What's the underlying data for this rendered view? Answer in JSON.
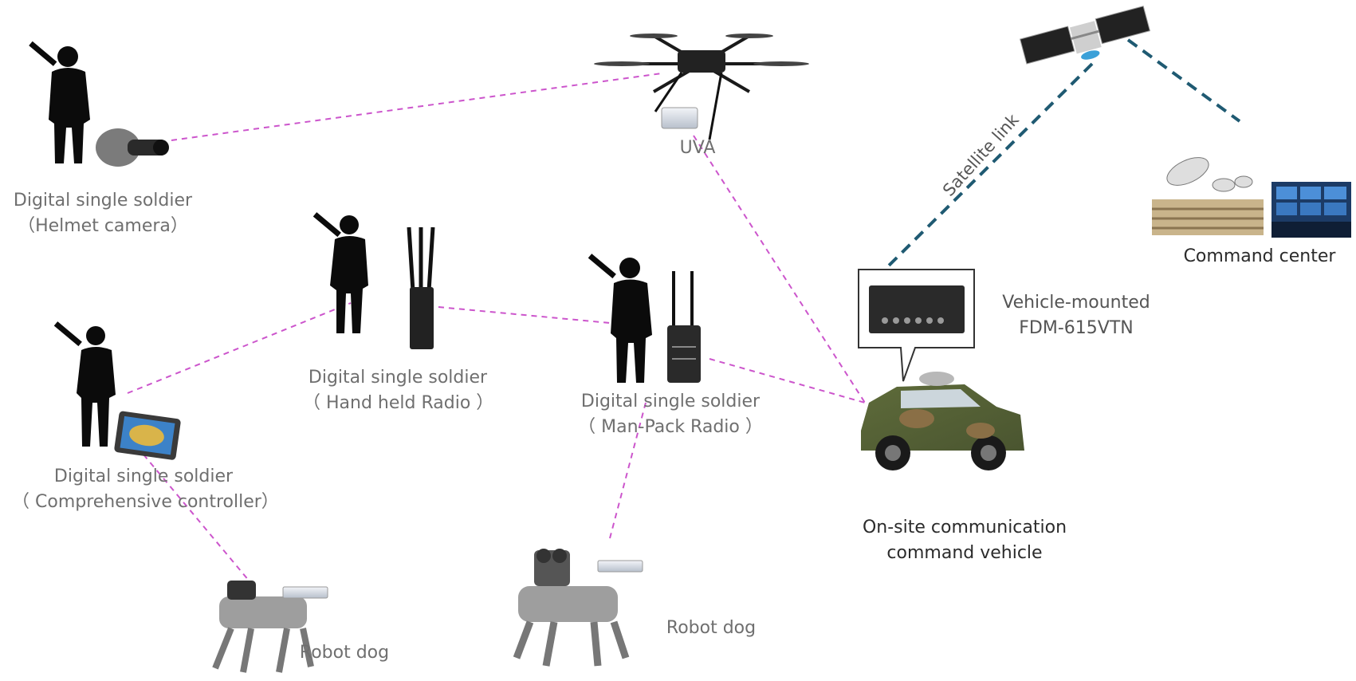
{
  "diagram": {
    "colors": {
      "link_dashed": "#cc55cc",
      "satellite_link": "#1f5a72",
      "silhouette": "#0b0b0b",
      "device": "#2a2a2a",
      "label": "#6f6f6f"
    },
    "nodes": {
      "soldier_helmet": {
        "line1": "Digital single soldier",
        "line2": "（Helmet camera）"
      },
      "soldier_handheld": {
        "line1": "Digital single soldier",
        "line2": "（ Hand held Radio ）"
      },
      "soldier_manpack": {
        "line1": "Digital single soldier",
        "line2": "（ Man-Pack Radio ）"
      },
      "soldier_controller": {
        "line1": "Digital single soldier",
        "line2": "（ Comprehensive controller）"
      },
      "uav": {
        "label": "UVA"
      },
      "robot_dog_1": {
        "label": "Robot dog"
      },
      "robot_dog_2": {
        "label": "Robot dog"
      },
      "vehicle": {
        "line1": "On-site communication",
        "line2": "command vehicle"
      },
      "vehicle_device": {
        "line1": "Vehicle-mounted",
        "line2": "FDM-615VTN"
      },
      "command_center": {
        "label": "Command center"
      },
      "satellite_link": {
        "label": "Satellite link"
      }
    }
  }
}
